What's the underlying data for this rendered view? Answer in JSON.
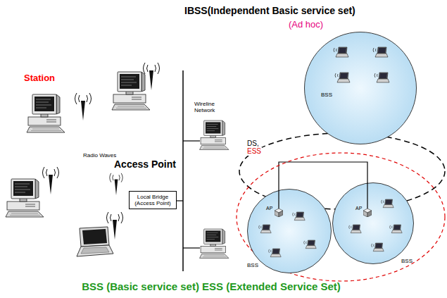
{
  "diagram": {
    "title": "IBSS(Independent Basic service set)",
    "caption": "BSS (Basic service set) ESS (Extended Service Set)",
    "nodes": [
      {
        "text": [
          "BSS"
        ]
      },
      {
        "text": [
          "Local Bridge (Access Point)"
        ]
      },
      {
        "text": [
          "ESS"
        ]
      },
      {
        "text": [
          "BSS"
        ],
        "in": 2
      },
      {
        "text": [
          "BSS"
        ],
        "in": 2
      }
    ],
    "edges": [
      {
        "from": 3,
        "to": 4,
        "arrow": "none"
      }
    ],
    "labels": [
      "(Ad hoc)",
      "Station",
      "Wireline Network",
      "Radio Waves",
      "Access Point",
      "DS,",
      "AP",
      "AP"
    ]
  }
}
